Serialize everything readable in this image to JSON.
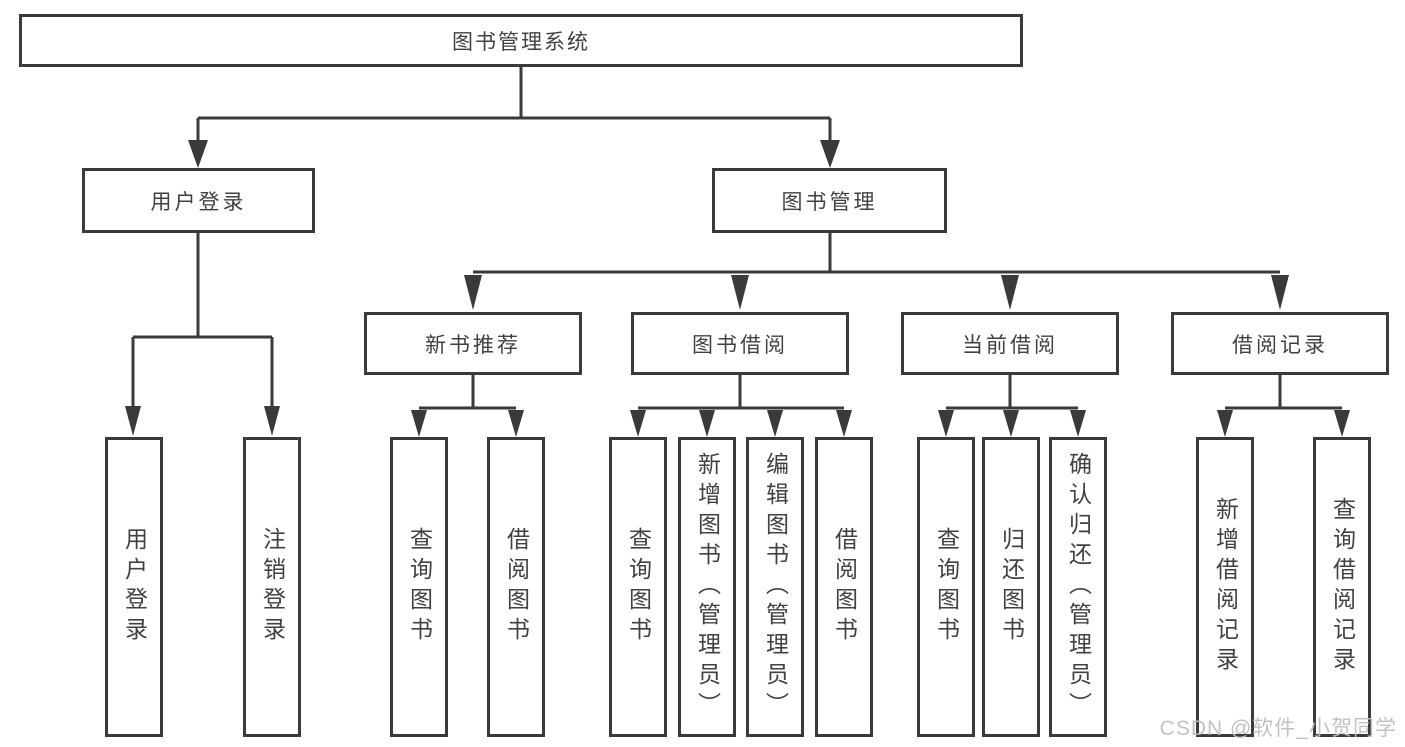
{
  "diagram": {
    "root": {
      "label": "图书管理系统"
    },
    "user_login": {
      "label": "用户登录",
      "children": [
        "用户登录",
        "注销登录"
      ]
    },
    "book_management": {
      "label": "图书管理",
      "sections": [
        {
          "label": "新书推荐",
          "children": [
            "查询图书",
            "借阅图书"
          ]
        },
        {
          "label": "图书借阅",
          "children": [
            "查询图书",
            "新增图书（管理员）",
            "编辑图书（管理员）",
            "借阅图书"
          ]
        },
        {
          "label": "当前借阅",
          "children": [
            "查询图书",
            "归还图书",
            "确认归还（管理员）"
          ]
        },
        {
          "label": "借阅记录",
          "children": [
            "新增借阅记录",
            "查询借阅记录"
          ]
        }
      ]
    }
  },
  "watermark": {
    "text": "CSDN @软件_小贺同学"
  },
  "colors": {
    "line": "#3a3a3a",
    "box_border": "#3a3a3a",
    "text": "#3f4245",
    "watermark": "#bcc0c5",
    "background": "#ffffff"
  }
}
